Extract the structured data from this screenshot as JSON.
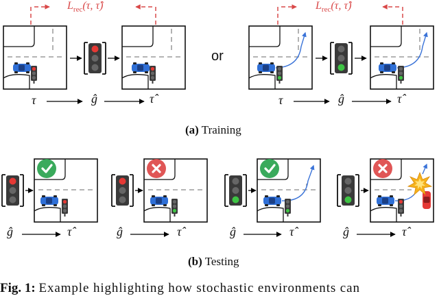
{
  "training": {
    "loss_label": "L",
    "loss_sub": "rec",
    "loss_args": "(τ, τ̂)",
    "or_label": "or",
    "tau": "τ",
    "g_hat": "ĝ",
    "tau_hat": "τ̂",
    "caption_prefix": "(a)",
    "caption_text": "Training"
  },
  "testing": {
    "g_hat": "ĝ",
    "tau_hat": "τ̂",
    "caption_prefix": "(b)",
    "caption_text": "Testing"
  },
  "figure_caption": {
    "prefix": "Fig. 1:",
    "text": "Example highlighting how stochastic environments can"
  },
  "colors": {
    "loss": "#d94848",
    "car": "#2f6fd6",
    "red_light": "#e53935",
    "green_light": "#3ec444",
    "check": "#3aaa5c",
    "cross": "#e05656",
    "path": "#3a73d8",
    "explosion": "#f5b21c"
  }
}
